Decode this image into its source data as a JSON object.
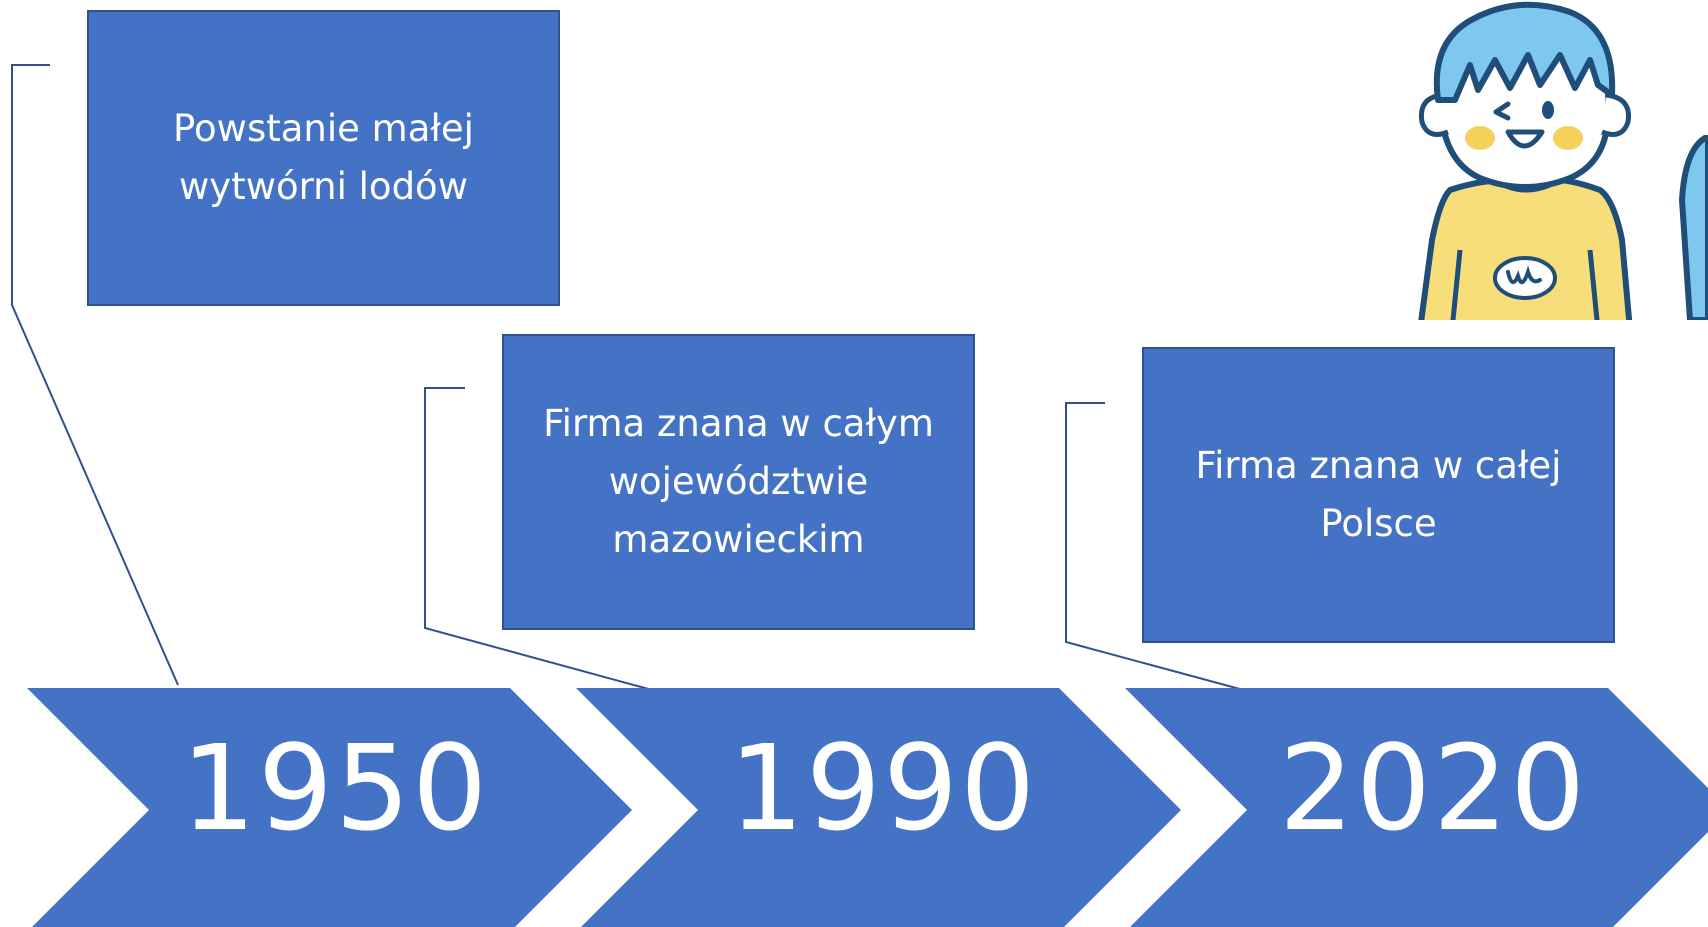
{
  "timeline": {
    "events": [
      {
        "year": "1950",
        "lines": [
          "Powstanie małej",
          "wytwórni lodów"
        ]
      },
      {
        "year": "1990",
        "lines": [
          "Firma znana w całym",
          "województwie",
          "mazowieckim"
        ]
      },
      {
        "year": "2020",
        "lines": [
          "Firma znana w całej",
          "Polsce"
        ]
      }
    ]
  },
  "colors": {
    "box_fill": "#4472c4",
    "box_border": "#2f528f",
    "connector": "#2f528f",
    "text": "#ffffff",
    "cartoon_hair": "#7ec8f0",
    "cartoon_shirt": "#f7de7a",
    "cartoon_cheek": "#f5d25c",
    "cartoon_outline": "#1f4e79"
  },
  "illustration": {
    "icon": "cartoon-child-icon"
  }
}
